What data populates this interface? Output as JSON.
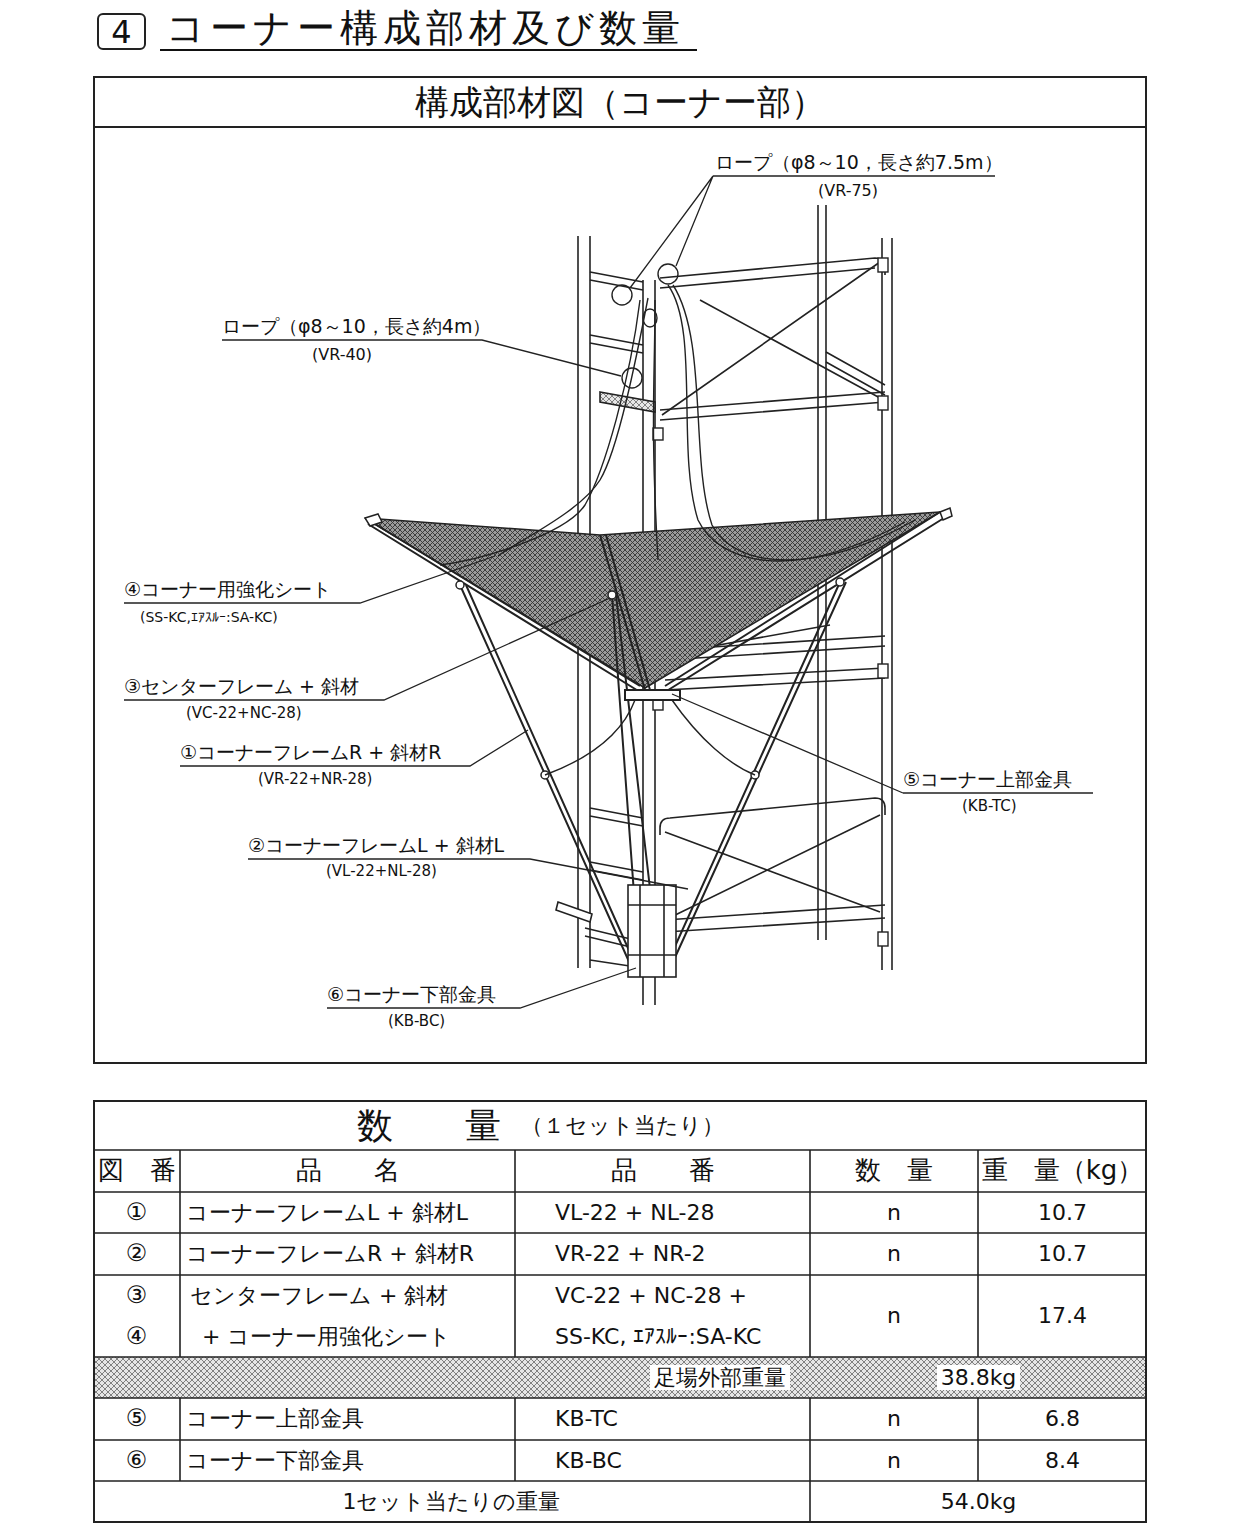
{
  "diagram": {
    "title": "コーナー構成部材及び数量",
    "nodes": [
      {
        "text": [
          "4"
        ]
      },
      {
        "text": [
          "構成部材図（コーナー部）"
        ]
      },
      {
        "text": [
          "数　　量",
          "（１セット当たり）"
        ]
      }
    ],
    "labels": [
      "ロープ（φ8～10，長さ約7.5m）",
      "(VR-75)",
      "ロープ（φ8～10，長さ約4m）",
      "(VR-40)",
      "④コーナー用強化シート",
      "(SS-KC,ｴｱｽﾙｰ:SA-KC)",
      "③センターフレーム + 斜材",
      "(VC-22+NC-28)",
      "①コーナーフレームR + 斜材R",
      "(VR-22+NR-28)",
      "⑤コーナー上部金具",
      "(KB-TC)",
      "②コーナーフレームL + 斜材L",
      "(VL-22+NL-28)",
      "⑥コーナー下部金具",
      "(KB-BC)",
      "図　番",
      "品　　名",
      "品　　番",
      "数　量",
      "重　量（kg）",
      "①",
      "コーナーフレームL + 斜材L",
      "VL-22 + NL-28",
      "n",
      "10.7",
      "②",
      "コーナーフレームR + 斜材R",
      "VR-22 + NR-2",
      "n",
      "10.7",
      "③",
      "④",
      "センターフレーム + 斜材",
      "+ コーナー用強化シート",
      "VC-22 + NC-28 +",
      "SS-KC, ｴｱｽﾙｰ:SA-KC",
      "n",
      "17.4",
      "足場外部重量",
      "38.8kg",
      "⑤",
      "コーナー上部金具",
      "KB-TC",
      "n",
      "6.8",
      "⑥",
      "コーナー下部金具",
      "KB-BC",
      "n",
      "8.4",
      "1セット当たりの重量",
      "54.0kg"
    ]
  }
}
